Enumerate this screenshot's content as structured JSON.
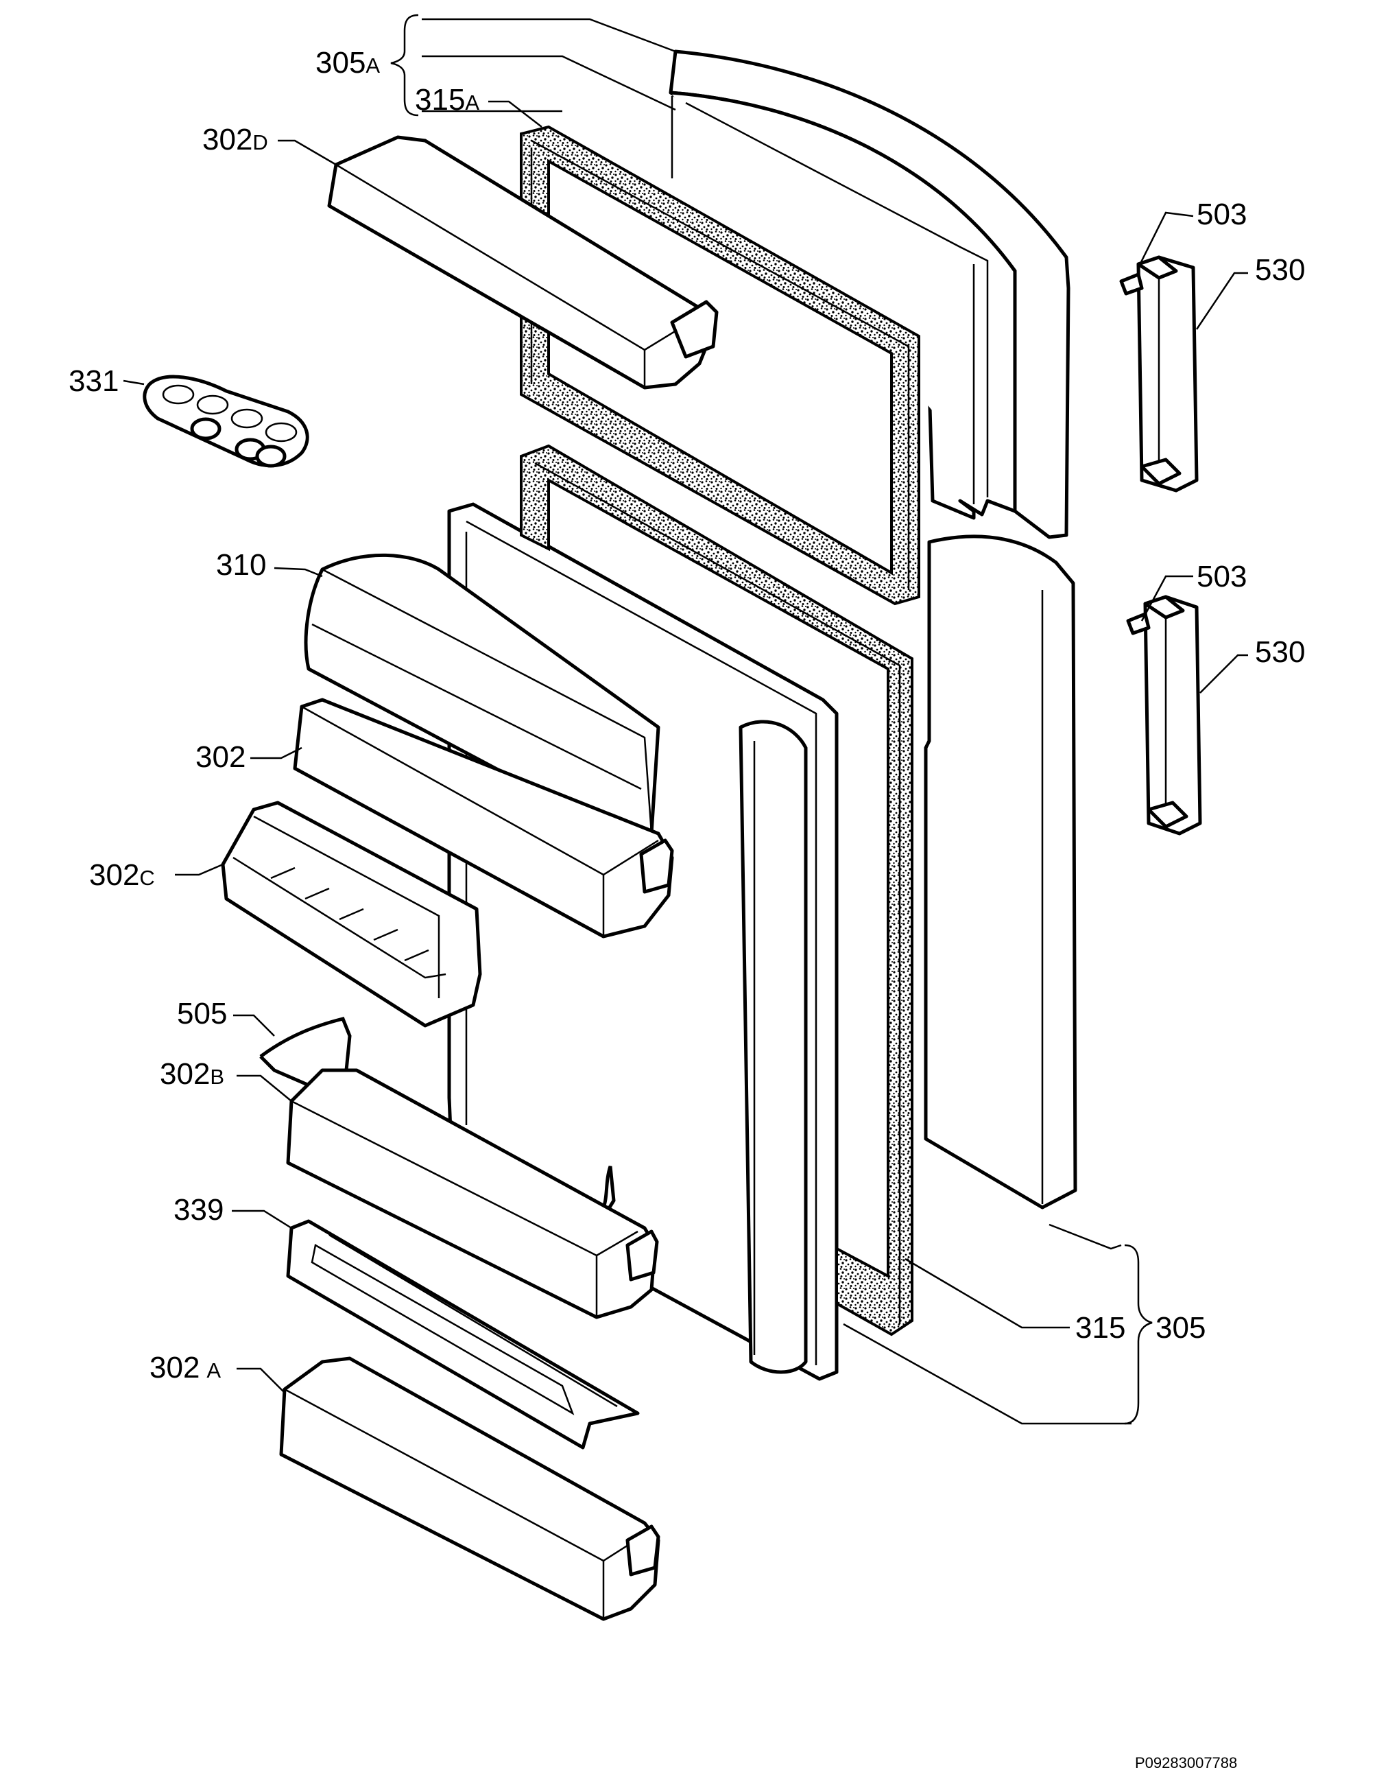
{
  "labels": {
    "l305a": "305",
    "l305a_s": "A",
    "l315a": "315",
    "l315a_s": "A",
    "l302d": "302",
    "l302d_s": "D",
    "l331": "331",
    "l503a": "503",
    "l530a": "530",
    "l503b": "503",
    "l530b": "530",
    "l310": "310",
    "l302": "302",
    "l302c": "302",
    "l302c_s": "C",
    "l505": "505",
    "l302b": "302",
    "l302b_s": "B",
    "l339": "339",
    "l302a": "302",
    "l302a_s": "A",
    "l315": "315",
    "l305": "305"
  },
  "drawing_code": "P09283007788"
}
